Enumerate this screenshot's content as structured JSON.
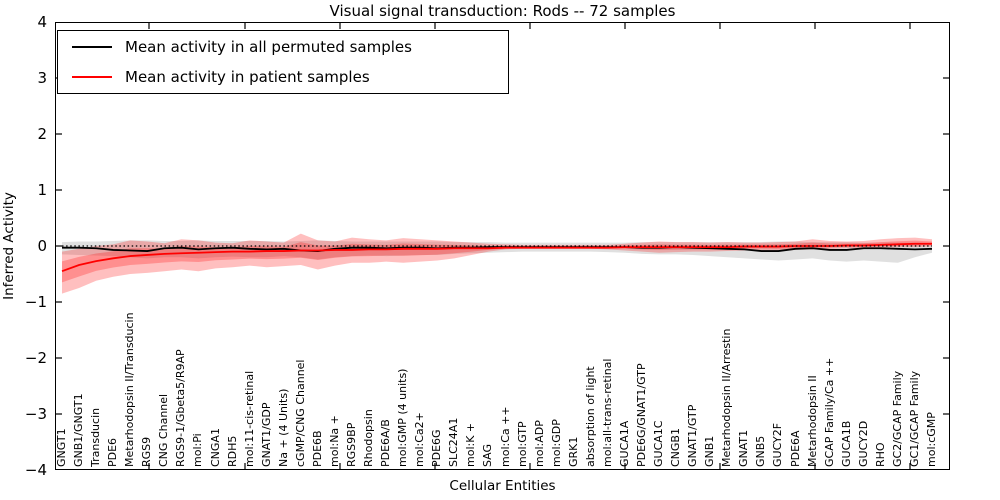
{
  "figure": {
    "title": "Visual signal transduction: Rods -- 72 samples",
    "xlabel": "Cellular Entities",
    "ylabel": "Inferred Activity"
  },
  "legend": {
    "entries": [
      {
        "label": "Mean activity in all permuted samples",
        "color": "#000000"
      },
      {
        "label": "Mean activity in patient samples",
        "color": "#ff0000"
      }
    ]
  },
  "chart_data": {
    "type": "line",
    "title": "Visual signal transduction: Rods -- 72 samples",
    "xlabel": "Cellular Entities",
    "ylabel": "Inferred Activity",
    "ylim": [
      -4,
      4
    ],
    "yticks": [
      4,
      3,
      2,
      1,
      0,
      -1,
      -2,
      -3,
      -4
    ],
    "ytick_labels": [
      "4",
      "3",
      "2",
      "1",
      "0",
      "−1",
      "−2",
      "−3",
      "−4"
    ],
    "grid": false,
    "legend_position": "upper left",
    "zero_line": {
      "y": 0,
      "style": "dotted",
      "color": "#000000"
    },
    "categories": [
      "GNGT1",
      "GNB1/GNGT1",
      "Transducin",
      "PDE6",
      "Metarhodopsin II/Transducin",
      "RGS9",
      "CNG Channel",
      "RGS9-1/Gbeta5/R9AP",
      "mol:Pi",
      "CNGA1",
      "RDH5",
      "mol:11-cis-retinal",
      "GNAT1/GDP",
      "Na + (4 Units)",
      "cGMP/CNG Channel",
      "PDE6B",
      "mol:Na +",
      "RGS9BP",
      "Rhodopsin",
      "PDE6A/B",
      "mol:GMP (4 units)",
      "mol:Ca2+",
      "PDE6G",
      "SLC24A1",
      "mol:K +",
      "SAG",
      "mol:Ca ++",
      "mol:GTP",
      "mol:ADP",
      "mol:GDP",
      "GRK1",
      "absorption of light",
      "mol:all-trans-retinal",
      "GUCA1A",
      "PDE6G/GNAT1/GTP",
      "GUCA1C",
      "CNGB1",
      "GNAT1/GTP",
      "GNB1",
      "Metarhodopsin II/Arrestin",
      "GNAT1",
      "GNB5",
      "GUCY2F",
      "PDE6A",
      "Metarhodopsin II",
      "GCAP Family/Ca ++",
      "GUCA1B",
      "GUCY2D",
      "RHO",
      "GC2/GCAP Family",
      "GC1/GCAP Family",
      "mol:cGMP"
    ],
    "series": [
      {
        "name": "Mean activity in all permuted samples",
        "color": "#000000",
        "values": [
          -0.03,
          -0.03,
          -0.04,
          -0.07,
          -0.08,
          -0.09,
          -0.04,
          -0.03,
          -0.06,
          -0.04,
          -0.03,
          -0.05,
          -0.06,
          -0.05,
          -0.08,
          -0.09,
          -0.05,
          -0.03,
          -0.03,
          -0.04,
          -0.03,
          -0.03,
          -0.04,
          -0.03,
          -0.03,
          -0.02,
          -0.02,
          -0.02,
          -0.02,
          -0.02,
          -0.02,
          -0.02,
          -0.02,
          -0.02,
          -0.03,
          -0.03,
          -0.02,
          -0.03,
          -0.04,
          -0.05,
          -0.06,
          -0.09,
          -0.09,
          -0.05,
          -0.04,
          -0.07,
          -0.07,
          -0.04,
          -0.04,
          -0.05,
          -0.06,
          -0.05
        ]
      },
      {
        "name": "Mean activity in patient samples",
        "color": "#ff0000",
        "values": [
          -0.45,
          -0.34,
          -0.27,
          -0.22,
          -0.18,
          -0.16,
          -0.14,
          -0.13,
          -0.12,
          -0.11,
          -0.1,
          -0.1,
          -0.09,
          -0.09,
          -0.08,
          -0.08,
          -0.07,
          -0.07,
          -0.06,
          -0.06,
          -0.05,
          -0.05,
          -0.05,
          -0.04,
          -0.04,
          -0.04,
          -0.03,
          -0.03,
          -0.03,
          -0.03,
          -0.03,
          -0.03,
          -0.03,
          -0.02,
          -0.02,
          -0.02,
          -0.02,
          -0.02,
          -0.02,
          -0.02,
          -0.01,
          -0.01,
          -0.01,
          0.0,
          0.0,
          0.0,
          0.01,
          0.01,
          0.02,
          0.03,
          0.04,
          0.04
        ]
      }
    ],
    "bands": [
      {
        "name": "permuted-samples-band",
        "color": "#000000",
        "opacity": 0.12,
        "upper": [
          0.07,
          0.08,
          0.08,
          0.09,
          0.1,
          0.1,
          0.09,
          0.09,
          0.1,
          0.09,
          0.09,
          0.09,
          0.09,
          0.08,
          0.09,
          0.1,
          0.09,
          0.08,
          0.08,
          0.08,
          0.08,
          0.08,
          0.08,
          0.07,
          0.07,
          0.07,
          0.06,
          0.06,
          0.06,
          0.06,
          0.06,
          0.06,
          0.06,
          0.06,
          0.07,
          0.07,
          0.07,
          0.07,
          0.07,
          0.07,
          0.07,
          0.07,
          0.08,
          0.08,
          0.07,
          0.07,
          0.07,
          0.06,
          0.06,
          0.06,
          0.06,
          0.05
        ],
        "lower": [
          -0.15,
          -0.16,
          -0.17,
          -0.18,
          -0.2,
          -0.22,
          -0.2,
          -0.2,
          -0.22,
          -0.2,
          -0.19,
          -0.2,
          -0.2,
          -0.18,
          -0.2,
          -0.24,
          -0.2,
          -0.18,
          -0.17,
          -0.18,
          -0.17,
          -0.16,
          -0.16,
          -0.14,
          -0.13,
          -0.12,
          -0.11,
          -0.1,
          -0.1,
          -0.1,
          -0.1,
          -0.1,
          -0.11,
          -0.12,
          -0.14,
          -0.15,
          -0.15,
          -0.16,
          -0.18,
          -0.2,
          -0.22,
          -0.24,
          -0.26,
          -0.24,
          -0.22,
          -0.26,
          -0.28,
          -0.26,
          -0.28,
          -0.3,
          -0.2,
          -0.12
        ]
      },
      {
        "name": "patient-samples-band",
        "color": "#ff0000",
        "opacity": 0.25,
        "upper": [
          -0.1,
          -0.05,
          0.0,
          0.03,
          0.1,
          0.08,
          0.05,
          0.12,
          0.1,
          0.06,
          0.05,
          0.1,
          0.08,
          0.06,
          0.22,
          0.1,
          0.08,
          0.15,
          0.12,
          0.1,
          0.14,
          0.12,
          0.1,
          0.08,
          0.06,
          0.04,
          0.03,
          0.02,
          0.02,
          0.02,
          0.02,
          0.02,
          0.02,
          0.04,
          0.06,
          0.08,
          0.07,
          0.07,
          0.06,
          0.07,
          0.06,
          0.06,
          0.07,
          0.08,
          0.12,
          0.09,
          0.08,
          0.09,
          0.12,
          0.14,
          0.15,
          0.12
        ],
        "lower": [
          -0.85,
          -0.75,
          -0.62,
          -0.55,
          -0.5,
          -0.48,
          -0.45,
          -0.42,
          -0.45,
          -0.4,
          -0.38,
          -0.35,
          -0.38,
          -0.36,
          -0.34,
          -0.42,
          -0.35,
          -0.3,
          -0.3,
          -0.28,
          -0.3,
          -0.28,
          -0.26,
          -0.22,
          -0.16,
          -0.1,
          -0.06,
          -0.05,
          -0.05,
          -0.05,
          -0.05,
          -0.05,
          -0.06,
          -0.08,
          -0.1,
          -0.12,
          -0.11,
          -0.1,
          -0.1,
          -0.09,
          -0.08,
          -0.08,
          -0.09,
          -0.07,
          -0.06,
          -0.05,
          -0.04,
          -0.04,
          -0.03,
          -0.02,
          -0.02,
          -0.01
        ]
      }
    ]
  }
}
